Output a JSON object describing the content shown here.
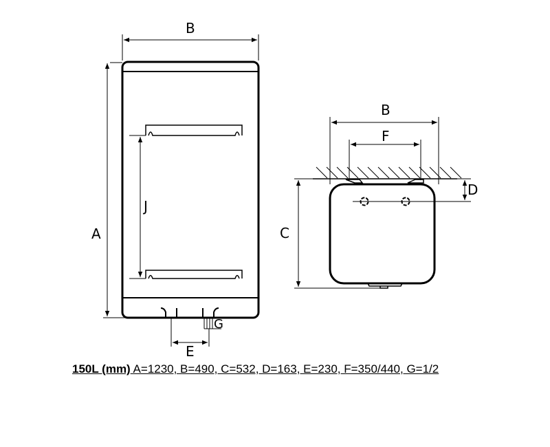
{
  "front_view": {
    "labels": {
      "A": "A",
      "B": "B",
      "J": "J",
      "E": "E",
      "G": "G"
    }
  },
  "side_view": {
    "labels": {
      "B": "B",
      "F": "F",
      "C": "C",
      "D": "D"
    }
  },
  "spec": {
    "model": "150L (mm)",
    "values": "A=1230, B=490, C=532, D=163, E=230, F=350/440, G=1/2"
  },
  "colors": {
    "line": "#000000",
    "background": "#ffffff"
  }
}
